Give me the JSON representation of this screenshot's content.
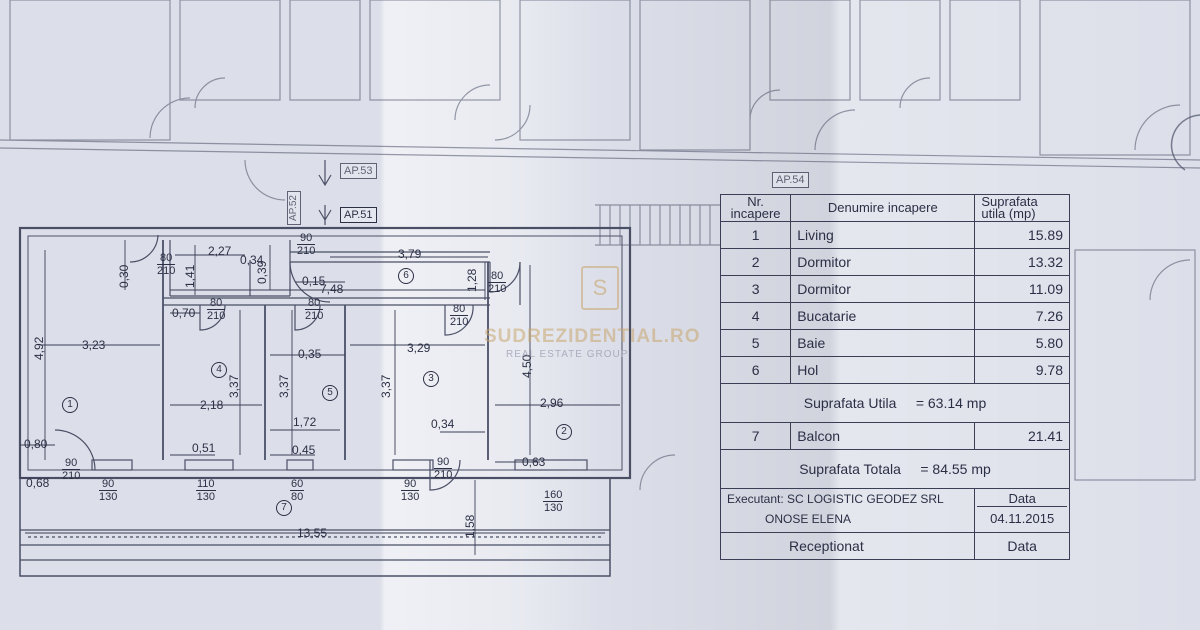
{
  "apartments": {
    "ap51": "AP.51",
    "ap52": "AP.52",
    "ap53": "AP.53",
    "ap54": "AP.54"
  },
  "room_numbers": [
    "1",
    "2",
    "3",
    "4",
    "5",
    "6",
    "7"
  ],
  "dimensions": {
    "d_492": "4,92",
    "d_323": "3,23",
    "d_030": "0,30",
    "d_227": "2,27",
    "d_034a": "0,34",
    "d_141": "1,41",
    "d_039": "0,39",
    "d_015": "0,15",
    "d_379": "3,79",
    "d_748": "7,48",
    "d_128": "1,28",
    "d_070": "0,70",
    "d_337a": "3,37",
    "d_035": "0,35",
    "d_337b": "3,37",
    "d_329": "3,29",
    "d_337c": "3,37",
    "d_450": "4,50",
    "d_218": "2,18",
    "d_296": "2,96",
    "d_172": "1,72",
    "d_034b": "0,34",
    "d_080": "0,80",
    "d_051": "0,51",
    "d_045": "0,45",
    "d_063": "0,63",
    "d_068": "0,68",
    "d_158": "1,58",
    "d_1355": "13,55"
  },
  "openings": [
    {
      "top": "80",
      "bottom": "210"
    },
    {
      "top": "90",
      "bottom": "210"
    },
    {
      "top": "80",
      "bottom": "210"
    },
    {
      "top": "80",
      "bottom": "210"
    },
    {
      "top": "80",
      "bottom": "210"
    },
    {
      "top": "80",
      "bottom": "210"
    },
    {
      "top": "80",
      "bottom": "210"
    },
    {
      "top": "90",
      "bottom": "210"
    },
    {
      "top": "90",
      "bottom": "210"
    },
    {
      "top": "90",
      "bottom": "130"
    },
    {
      "top": "110",
      "bottom": "130"
    },
    {
      "top": "60",
      "bottom": "80"
    },
    {
      "top": "90",
      "bottom": "130"
    },
    {
      "top": "160",
      "bottom": "130"
    }
  ],
  "watermark": {
    "brand": "SUDREZIDENTIAL.RO",
    "sub": "REAL ESTATE GROUP",
    "logo": "S"
  },
  "table": {
    "head_nr": "Nr. incapere",
    "head_name": "Denumire incapere",
    "head_area": "Suprafata utila (mp)",
    "rooms": [
      {
        "nr": "1",
        "name": "Living",
        "area": "15.89"
      },
      {
        "nr": "2",
        "name": "Dormitor",
        "area": "13.32"
      },
      {
        "nr": "3",
        "name": "Dormitor",
        "area": "11.09"
      },
      {
        "nr": "4",
        "name": "Bucatarie",
        "area": "7.26"
      },
      {
        "nr": "5",
        "name": "Baie",
        "area": "5.80"
      },
      {
        "nr": "6",
        "name": "Hol",
        "area": "9.78"
      }
    ],
    "useful_label": "Suprafata Utila",
    "useful_value": "= 63.14 mp",
    "balcony": {
      "nr": "7",
      "name": "Balcon",
      "area": "21.41"
    },
    "total_label": "Suprafata Totala",
    "total_value": "= 84.55 mp",
    "executant": "Executant: SC LOGISTIC GEODEZ SRL",
    "person": "ONOSE ELENA",
    "data_label": "Data",
    "date": "04.11.2015",
    "receptionat": "Receptionat",
    "data_label2": "Data"
  }
}
